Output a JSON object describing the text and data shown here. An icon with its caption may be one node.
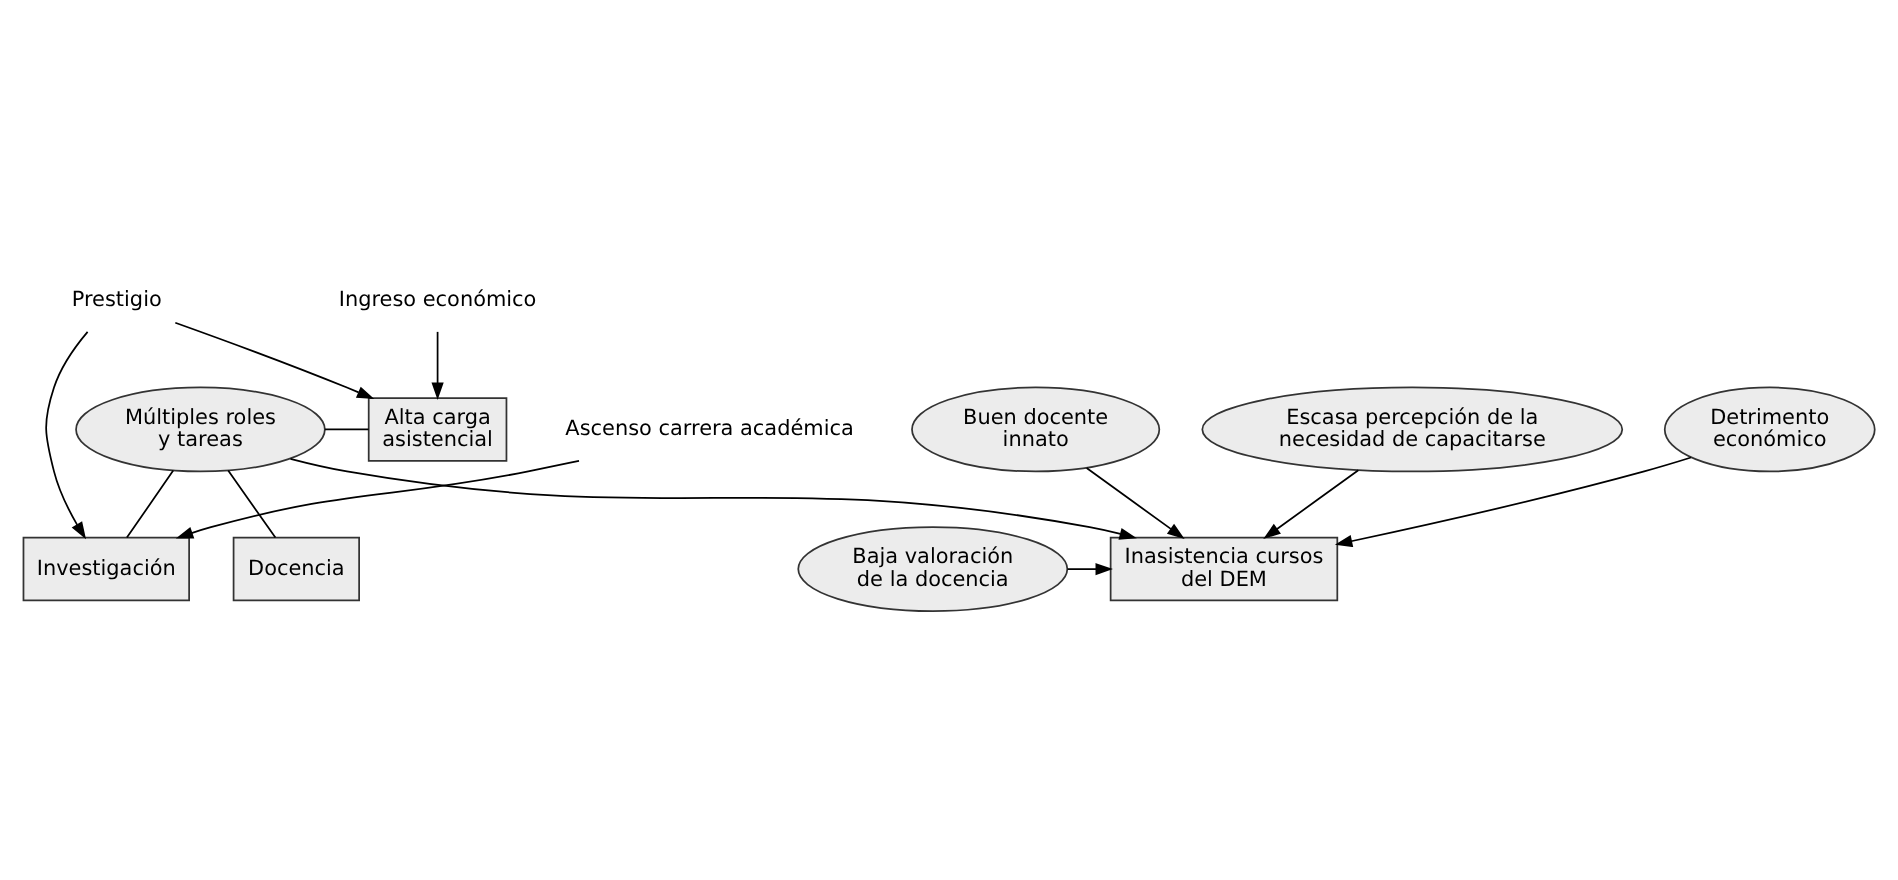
{
  "diagram": {
    "nodes": [
      {
        "text": [
          "Múltiples roles y tareas"
        ]
      },
      {
        "text": [
          "Docencia"
        ]
      },
      {
        "text": [
          "Alta carga asistencial"
        ]
      },
      {
        "text": [
          "Investigación"
        ]
      },
      {
        "text": [
          "Ingreso económico"
        ]
      },
      {
        "text": [
          "Prestigio"
        ]
      },
      {
        "text": [
          "Ascenso carrera académica"
        ]
      },
      {
        "text": [
          "Baja valoración de la docencia"
        ]
      },
      {
        "text": [
          "Inasistencia cursos del DEM"
        ]
      },
      {
        "text": [
          "Buen docente innato"
        ]
      },
      {
        "text": [
          "Escasa percepción de la necesidad de capacitarse"
        ]
      },
      {
        "text": [
          "Detrimento económico"
        ]
      }
    ],
    "edges": [
      {
        "from": 0,
        "to": 1,
        "arrow": "none"
      },
      {
        "from": 0,
        "to": 2,
        "arrow": "none"
      },
      {
        "from": 0,
        "to": 3,
        "arrow": "none"
      },
      {
        "from": 4,
        "to": 2,
        "arrow": "to"
      },
      {
        "from": 5,
        "to": 2,
        "arrow": "to"
      },
      {
        "from": 5,
        "to": 3,
        "arrow": "to"
      },
      {
        "from": 6,
        "to": 3,
        "arrow": "to"
      },
      {
        "from": 0,
        "to": 8,
        "arrow": "to"
      },
      {
        "from": 7,
        "to": 8,
        "arrow": "to"
      },
      {
        "from": 9,
        "to": 8,
        "arrow": "to"
      },
      {
        "from": 10,
        "to": 8,
        "arrow": "to"
      },
      {
        "from": 11,
        "to": 8,
        "arrow": "to"
      }
    ]
  }
}
